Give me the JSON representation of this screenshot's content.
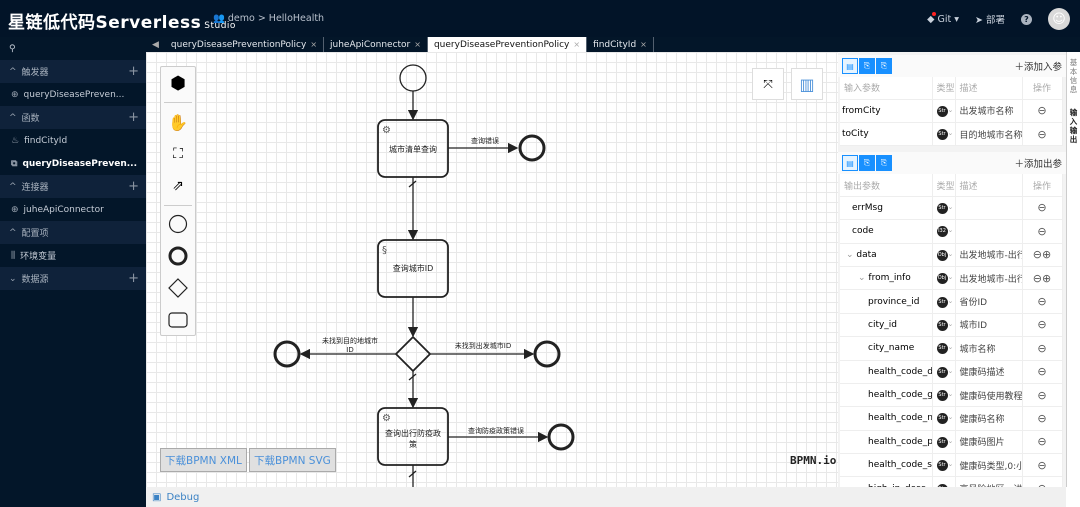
{
  "header": {
    "brand": "星链低代码Serverless",
    "brand_sub": "Studio",
    "breadcrumb": "demo > HelloHealth",
    "git": "Git",
    "deploy": "部署",
    "help": "?"
  },
  "sidebar": {
    "groups": [
      {
        "label": "触发器",
        "items": [
          {
            "label": "queryDiseasePreven...",
            "icon": "globe-icon"
          }
        ]
      },
      {
        "label": "函数",
        "items": [
          {
            "label": "findCityId",
            "icon": "java-icon"
          },
          {
            "label": "queryDiseasePreven...",
            "icon": "flow-icon",
            "active": true
          }
        ]
      },
      {
        "label": "连接器",
        "items": [
          {
            "label": "juheApiConnector",
            "icon": "globe-icon"
          }
        ]
      },
      {
        "label": "配置项",
        "items": [
          {
            "label": "环境变量",
            "icon": "sliders-icon"
          }
        ]
      },
      {
        "label": "数据源",
        "items": []
      }
    ]
  },
  "tabs": [
    {
      "label": "queryDiseasePreventionPolicy"
    },
    {
      "label": "juheApiConnector"
    },
    {
      "label": "queryDiseasePreventionPolicy",
      "active": true
    },
    {
      "label": "findCityId"
    }
  ],
  "canvas": {
    "tasks": [
      "城市清单查询",
      "查询城市ID",
      "查询出行防疫政",
      "策"
    ],
    "flows": {
      "err1": "查询错误",
      "no_dest1": "未找到目的地城市",
      "no_dest2": "ID",
      "no_src": "未找到出发城市ID",
      "err3": "查询防疫政策错误"
    },
    "download_xml": "下载BPMN XML",
    "download_svg": "下载BPMN SVG",
    "bpmn_logo": "BPMN.io"
  },
  "debug": "Debug",
  "panel": {
    "input": {
      "add": "添加入参",
      "headers": [
        "输入参数",
        "类型",
        "描述",
        "操作"
      ],
      "rows": [
        {
          "name": "fromCity",
          "type": "Str",
          "desc": "出发城市名称"
        },
        {
          "name": "toCity",
          "type": "Str",
          "desc": "目的地城市名称"
        }
      ]
    },
    "output": {
      "add": "添加出参",
      "headers": [
        "输出参数",
        "类型",
        "描述",
        "操作"
      ],
      "rows": [
        {
          "name": "errMsg",
          "type": "Str",
          "desc": ""
        },
        {
          "name": "code",
          "type": "I32",
          "desc": ""
        },
        {
          "name": "data",
          "type": "Obj",
          "desc": "出发地城市-出行",
          "expand": true
        },
        {
          "name": "from_info",
          "type": "Obj",
          "desc": "出发地城市-出行",
          "expand": true
        },
        {
          "name": "province_id",
          "type": "Str",
          "desc": "省份ID"
        },
        {
          "name": "city_id",
          "type": "Str",
          "desc": "城市ID"
        },
        {
          "name": "city_name",
          "type": "Str",
          "desc": "城市名称"
        },
        {
          "name": "health_code_de",
          "type": "Str",
          "desc": "健康码描述"
        },
        {
          "name": "health_code_gi",
          "type": "Str",
          "desc": "健康码使用教程"
        },
        {
          "name": "health_code_na",
          "type": "Str",
          "desc": "健康码名称"
        },
        {
          "name": "health_code_pi",
          "type": "Str",
          "desc": "健康码图片"
        },
        {
          "name": "health_code_sty",
          "type": "Str",
          "desc": "健康码类型,0:小"
        },
        {
          "name": "high_in_desc",
          "type": "Str",
          "desc": "高风险地区，进"
        }
      ]
    }
  },
  "vtabs": [
    "基本信息",
    "输入输出"
  ]
}
